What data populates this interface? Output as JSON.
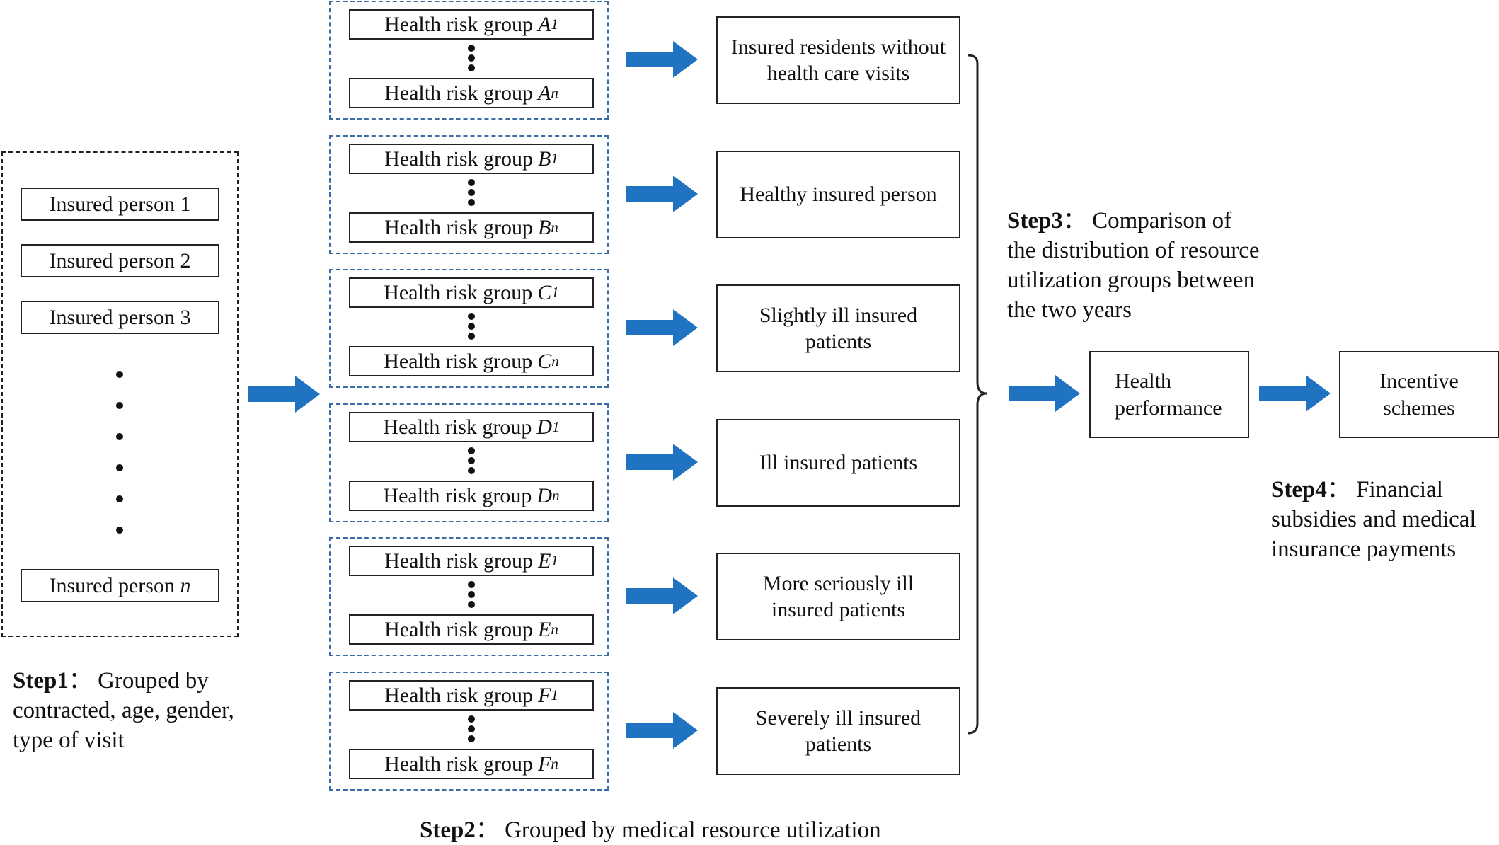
{
  "step1": {
    "persons": [
      "Insured person 1",
      "Insured person 2",
      "Insured person 3"
    ],
    "person_last_prefix": "Insured person",
    "person_last_var": "n",
    "label_bold": "Step1",
    "label_sep": "：",
    "label_line1": "Grouped by",
    "label_line2": "contracted, age, gender,",
    "label_line3": "type of visit"
  },
  "step2": {
    "group_prefix": "Health risk group",
    "groups": [
      {
        "letter": "A",
        "first_sub": "1",
        "last_sub": "n",
        "outcome_line1": "Insured residents without",
        "outcome_line2": "health care visits"
      },
      {
        "letter": "B",
        "first_sub": "1",
        "last_sub": "n",
        "outcome_line1": "Healthy insured person",
        "outcome_line2": ""
      },
      {
        "letter": "C",
        "first_sub": "1",
        "last_sub": "n",
        "outcome_line1": "Slightly ill insured",
        "outcome_line2": "patients"
      },
      {
        "letter": "D",
        "first_sub": "1",
        "last_sub": "n",
        "outcome_line1": "Ill insured patients",
        "outcome_line2": ""
      },
      {
        "letter": "E",
        "first_sub": "1",
        "last_sub": "n",
        "outcome_line1": "More seriously ill",
        "outcome_line2": "insured patients"
      },
      {
        "letter": "F",
        "first_sub": "1",
        "last_sub": "n",
        "outcome_line1": "Severely ill insured",
        "outcome_line2": "patients"
      }
    ],
    "label_bold": "Step2",
    "label_sep": "：",
    "label_text": "Grouped by medical resource utilization"
  },
  "step3": {
    "label_bold": "Step3",
    "label_sep": "：",
    "label_line1": "Comparison of",
    "label_line2": "the distribution of resource",
    "label_line3": "utilization groups between",
    "label_line4": "the two years",
    "box_line1": "Health",
    "box_line2": "performance"
  },
  "step4": {
    "label_bold": "Step4",
    "label_sep": "：",
    "label_line1": "Financial",
    "label_line2": "subsidies and medical",
    "label_line3": "insurance payments",
    "box_line1": "Incentive",
    "box_line2": "schemes"
  },
  "colors": {
    "arrow": "#1f73c1",
    "group_dash": "#3a6ea5",
    "text": "#111111"
  }
}
